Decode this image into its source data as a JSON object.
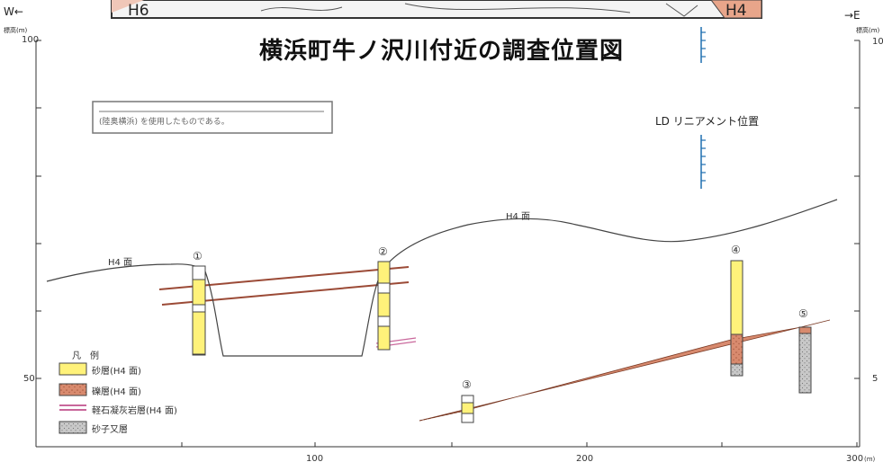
{
  "title": "横浜町牛ノ沢川付近の調査位置図",
  "direction": {
    "west": "W←",
    "east": "→E"
  },
  "y_axis": {
    "label": "標高(m)",
    "ticks": [
      {
        "value": 100,
        "label": "100"
      },
      {
        "value": 50,
        "label": "50"
      }
    ],
    "right_tick_labels": [
      "10",
      "5"
    ]
  },
  "x_axis": {
    "ticks": [
      {
        "value": 100,
        "label": "100"
      },
      {
        "value": 200,
        "label": "200"
      },
      {
        "value": 300,
        "label": "300"
      }
    ],
    "unit": "(m)"
  },
  "map_inset": {
    "left_label": "H6",
    "right_label": "H4"
  },
  "inset_note": "(陸奥横浜) を使用したものである。",
  "surface_labels": [
    "H4 面",
    "H4 面"
  ],
  "lineament_label": "LD リニアメント位置",
  "boreholes": [
    "①",
    "②",
    "③",
    "④",
    "⑤"
  ],
  "legend": {
    "title": "凡　例",
    "items": [
      "砂層(H4 面)",
      "礫層(H4 面)",
      "軽石凝灰岩層(H4 面)",
      "砂子又層"
    ]
  },
  "colors": {
    "sand": "#fff27a",
    "gravel": "#d88a6e",
    "pumice": "#c9679b",
    "basement": "#bdbdbd",
    "ground_line": "#333333",
    "lineament": "#1f6fb0"
  }
}
